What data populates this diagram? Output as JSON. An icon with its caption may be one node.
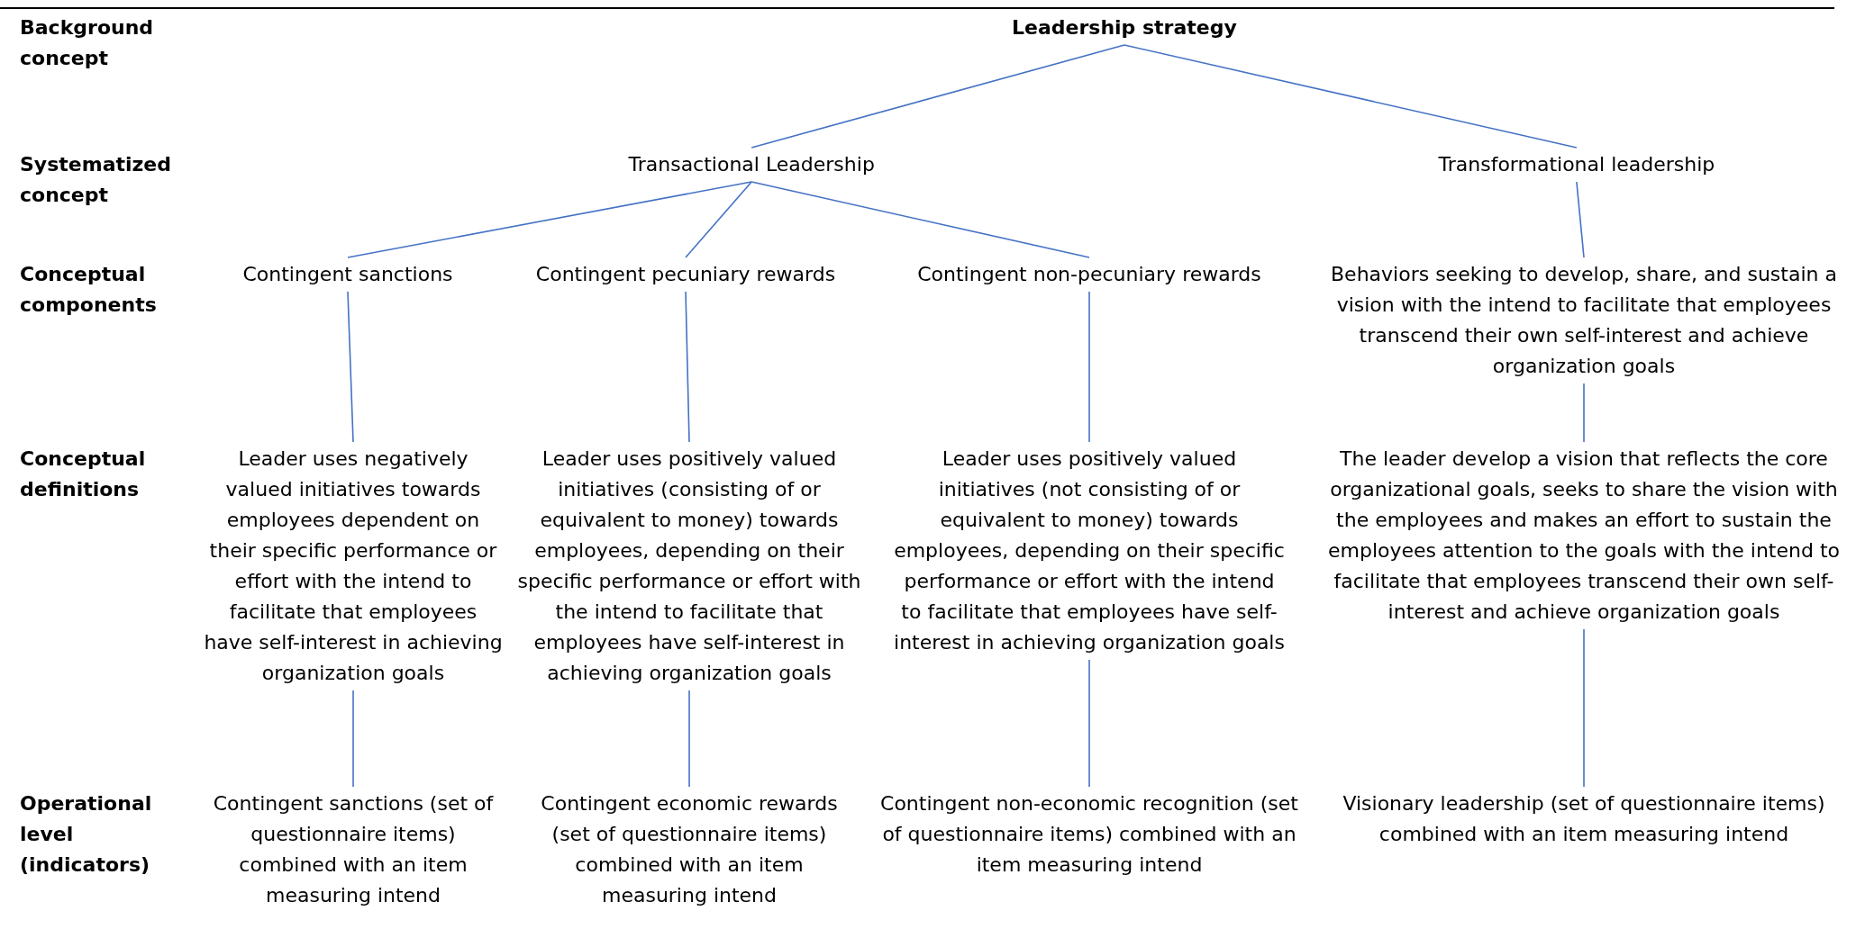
{
  "diagram": {
    "nodes": [
      {
        "text": [
          "Leadership strategy"
        ]
      },
      {
        "text": [
          "Transactional Leadership"
        ]
      },
      {
        "text": [
          "Transformational leadership"
        ]
      },
      {
        "text": [
          "Contingent sanctions"
        ]
      },
      {
        "text": [
          "Contingent pecuniary rewards"
        ]
      },
      {
        "text": [
          "Contingent non-pecuniary rewards"
        ]
      },
      {
        "text": [
          "Behaviors seeking to develop, share, and sustain a vision  with the intend to facilitate that employees transcend their own self-interest and achieve organization goals"
        ]
      },
      {
        "text": [
          "Leader uses negatively valued initiatives towards employees dependent on their specific performance or effort  with the intend to facilitate that employees have self-interest in achieving organization goals"
        ]
      },
      {
        "text": [
          "Leader uses positively valued initiatives (consisting of or equivalent to money) towards employees, depending on their specific performance or effort with the intend to facilitate that employees have self-interest in achieving organization goals"
        ]
      },
      {
        "text": [
          "Leader uses positively valued initiatives (not consisting of or equivalent to money) towards employees, depending on their specific performance or effort  with the intend to facilitate that employees have self-interest in achieving organization goals"
        ]
      },
      {
        "text": [
          "The leader develop a vision that reflects the core organizational goals, seeks to share the vision with the employees and makes an effort to sustain the employees attention to the goals with the intend to facilitate that employees transcend their own self-interest and achieve organization goals"
        ]
      },
      {
        "text": [
          "Contingent sanctions (set of questionnaire items) combined with an item measuring intend"
        ]
      },
      {
        "text": [
          "Contingent economic rewards (set of questionnaire items) combined with an item measuring intend"
        ]
      },
      {
        "text": [
          "Contingent non-economic recognition (set of questionnaire items) combined with an item measuring intend"
        ]
      },
      {
        "text": [
          "Visionary leadership (set of questionnaire items) combined with an item measuring intend"
        ]
      }
    ],
    "edges": [
      {
        "from": 0,
        "to": 1,
        "arrow": "none"
      },
      {
        "from": 0,
        "to": 2,
        "arrow": "none"
      },
      {
        "from": 1,
        "to": 3,
        "arrow": "none"
      },
      {
        "from": 1,
        "to": 4,
        "arrow": "none"
      },
      {
        "from": 1,
        "to": 5,
        "arrow": "none"
      },
      {
        "from": 2,
        "to": 6,
        "arrow": "none"
      },
      {
        "from": 3,
        "to": 7,
        "arrow": "none"
      },
      {
        "from": 4,
        "to": 8,
        "arrow": "none"
      },
      {
        "from": 5,
        "to": 9,
        "arrow": "none"
      },
      {
        "from": 6,
        "to": 10,
        "arrow": "none"
      },
      {
        "from": 7,
        "to": 11,
        "arrow": "none"
      },
      {
        "from": 8,
        "to": 12,
        "arrow": "none"
      },
      {
        "from": 9,
        "to": 13,
        "arrow": "none"
      },
      {
        "from": 10,
        "to": 14,
        "arrow": "none"
      }
    ],
    "labels": [
      "Background concept",
      "Systematized concept",
      "Conceptual components",
      "Conceptual definitions",
      "Operational level (indicators)"
    ]
  }
}
